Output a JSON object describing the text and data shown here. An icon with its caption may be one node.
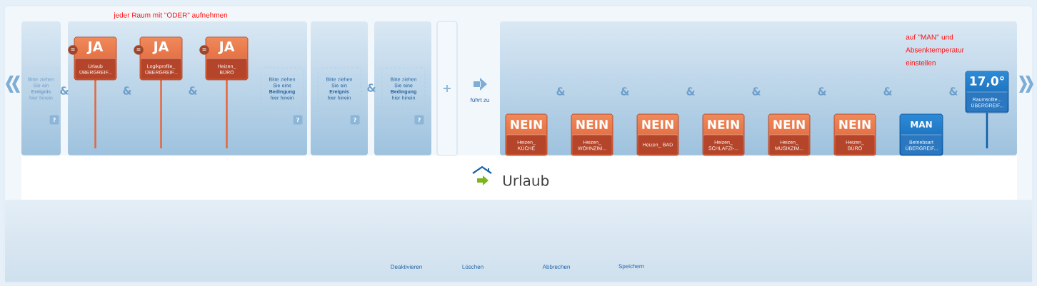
{
  "diagram": {
    "title": "Urlaub",
    "nodes": [
      {
        "text": [
          "=",
          "JA",
          "Urlaub ÜBERGREIF..."
        ]
      },
      {
        "text": [
          "=",
          "JA",
          "Logikprofile_ ÜBERGREIF..."
        ]
      },
      {
        "text": [
          "=",
          "JA",
          "Heizen_ BÜRO"
        ]
      },
      {
        "text": [
          "Bitte ziehen Sie ein **Ereignis** hier hinein"
        ],
        "beside": [
          "?"
        ]
      },
      {
        "text": [
          "Bitte ziehen Sie eine **Bedingung** hier hinein"
        ],
        "beside": [
          "?"
        ]
      },
      {
        "text": [
          "Bitte ziehen Sie ein **Ereignis** hier hinein"
        ],
        "beside": [
          "?"
        ]
      },
      {
        "text": [
          "Bitte ziehen Sie eine **Bedingung** hier hinein"
        ],
        "beside": [
          "?"
        ]
      },
      {
        "text": [
          "NEIN",
          "Heizen_ KÜCHE"
        ]
      },
      {
        "text": [
          "NEIN",
          "Heizen_ WOHNZIM..."
        ]
      },
      {
        "text": [
          "NEIN",
          "Heizen_ BAD"
        ]
      },
      {
        "text": [
          "NEIN",
          "Heizen_ SCHLAFZI-..."
        ]
      },
      {
        "text": [
          "NEIN",
          "Heizen_ MUSIKZIM..."
        ]
      },
      {
        "text": [
          "NEIN",
          "Heizen_ BÜRO"
        ]
      },
      {
        "text": [
          "MAN",
          "Betriebsart ÜBERGREIF..."
        ]
      },
      {
        "text": [
          "17,0°",
          "Raumsollte... ÜBERGREIF..."
        ]
      },
      {
        "text": [
          "+"
        ]
      }
    ],
    "labels": [
      "jeder Raum mit \"ODER\" aufnehmen",
      "auf \"MAN\" und Absenktemperatur einstellen",
      "&",
      "&",
      "&",
      "&",
      "&",
      "&",
      "&",
      "&",
      "&",
      "&",
      "&",
      "führt zu",
      "Deaktivieren",
      "Löschen",
      "Abbrechen",
      "Speichern"
    ]
  }
}
